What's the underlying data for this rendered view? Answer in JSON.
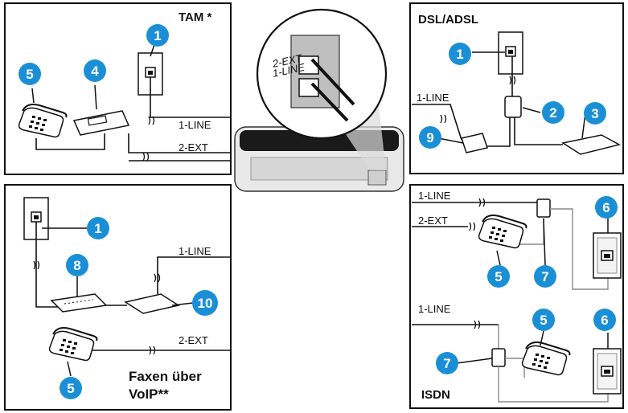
{
  "colors": {
    "badge": "#1a8fd6",
    "frame": "#111111",
    "printer": "#e9e9e9"
  },
  "panels": {
    "tam": {
      "title": "TAM *",
      "line1": "1-LINE",
      "line2": "2-EXT",
      "badges": {
        "wall": "1",
        "phone": "5",
        "machine": "4"
      }
    },
    "dsl": {
      "title": "DSL/ADSL",
      "line1": "1-LINE",
      "badges": {
        "wall": "1",
        "splitter": "2",
        "modem": "3",
        "filter": "9"
      }
    },
    "voip": {
      "title": "Faxen über",
      "title2": "VoIP**",
      "line1": "1-LINE",
      "line2": "2-EXT",
      "badges": {
        "wall": "1",
        "router": "8",
        "adapter": "10",
        "phone": "5"
      }
    },
    "multi": {
      "line1": "1-LINE",
      "line2": "2-EXT",
      "badges": {
        "wall": "6",
        "phone": "5",
        "splitter": "7"
      }
    },
    "isdn": {
      "title": "ISDN",
      "line1": "1-LINE",
      "badges": {
        "wall": "6",
        "phone": "5",
        "splitter": "7"
      }
    }
  },
  "printer": {
    "port1": "1-LINE",
    "port2": "2-EXT"
  }
}
